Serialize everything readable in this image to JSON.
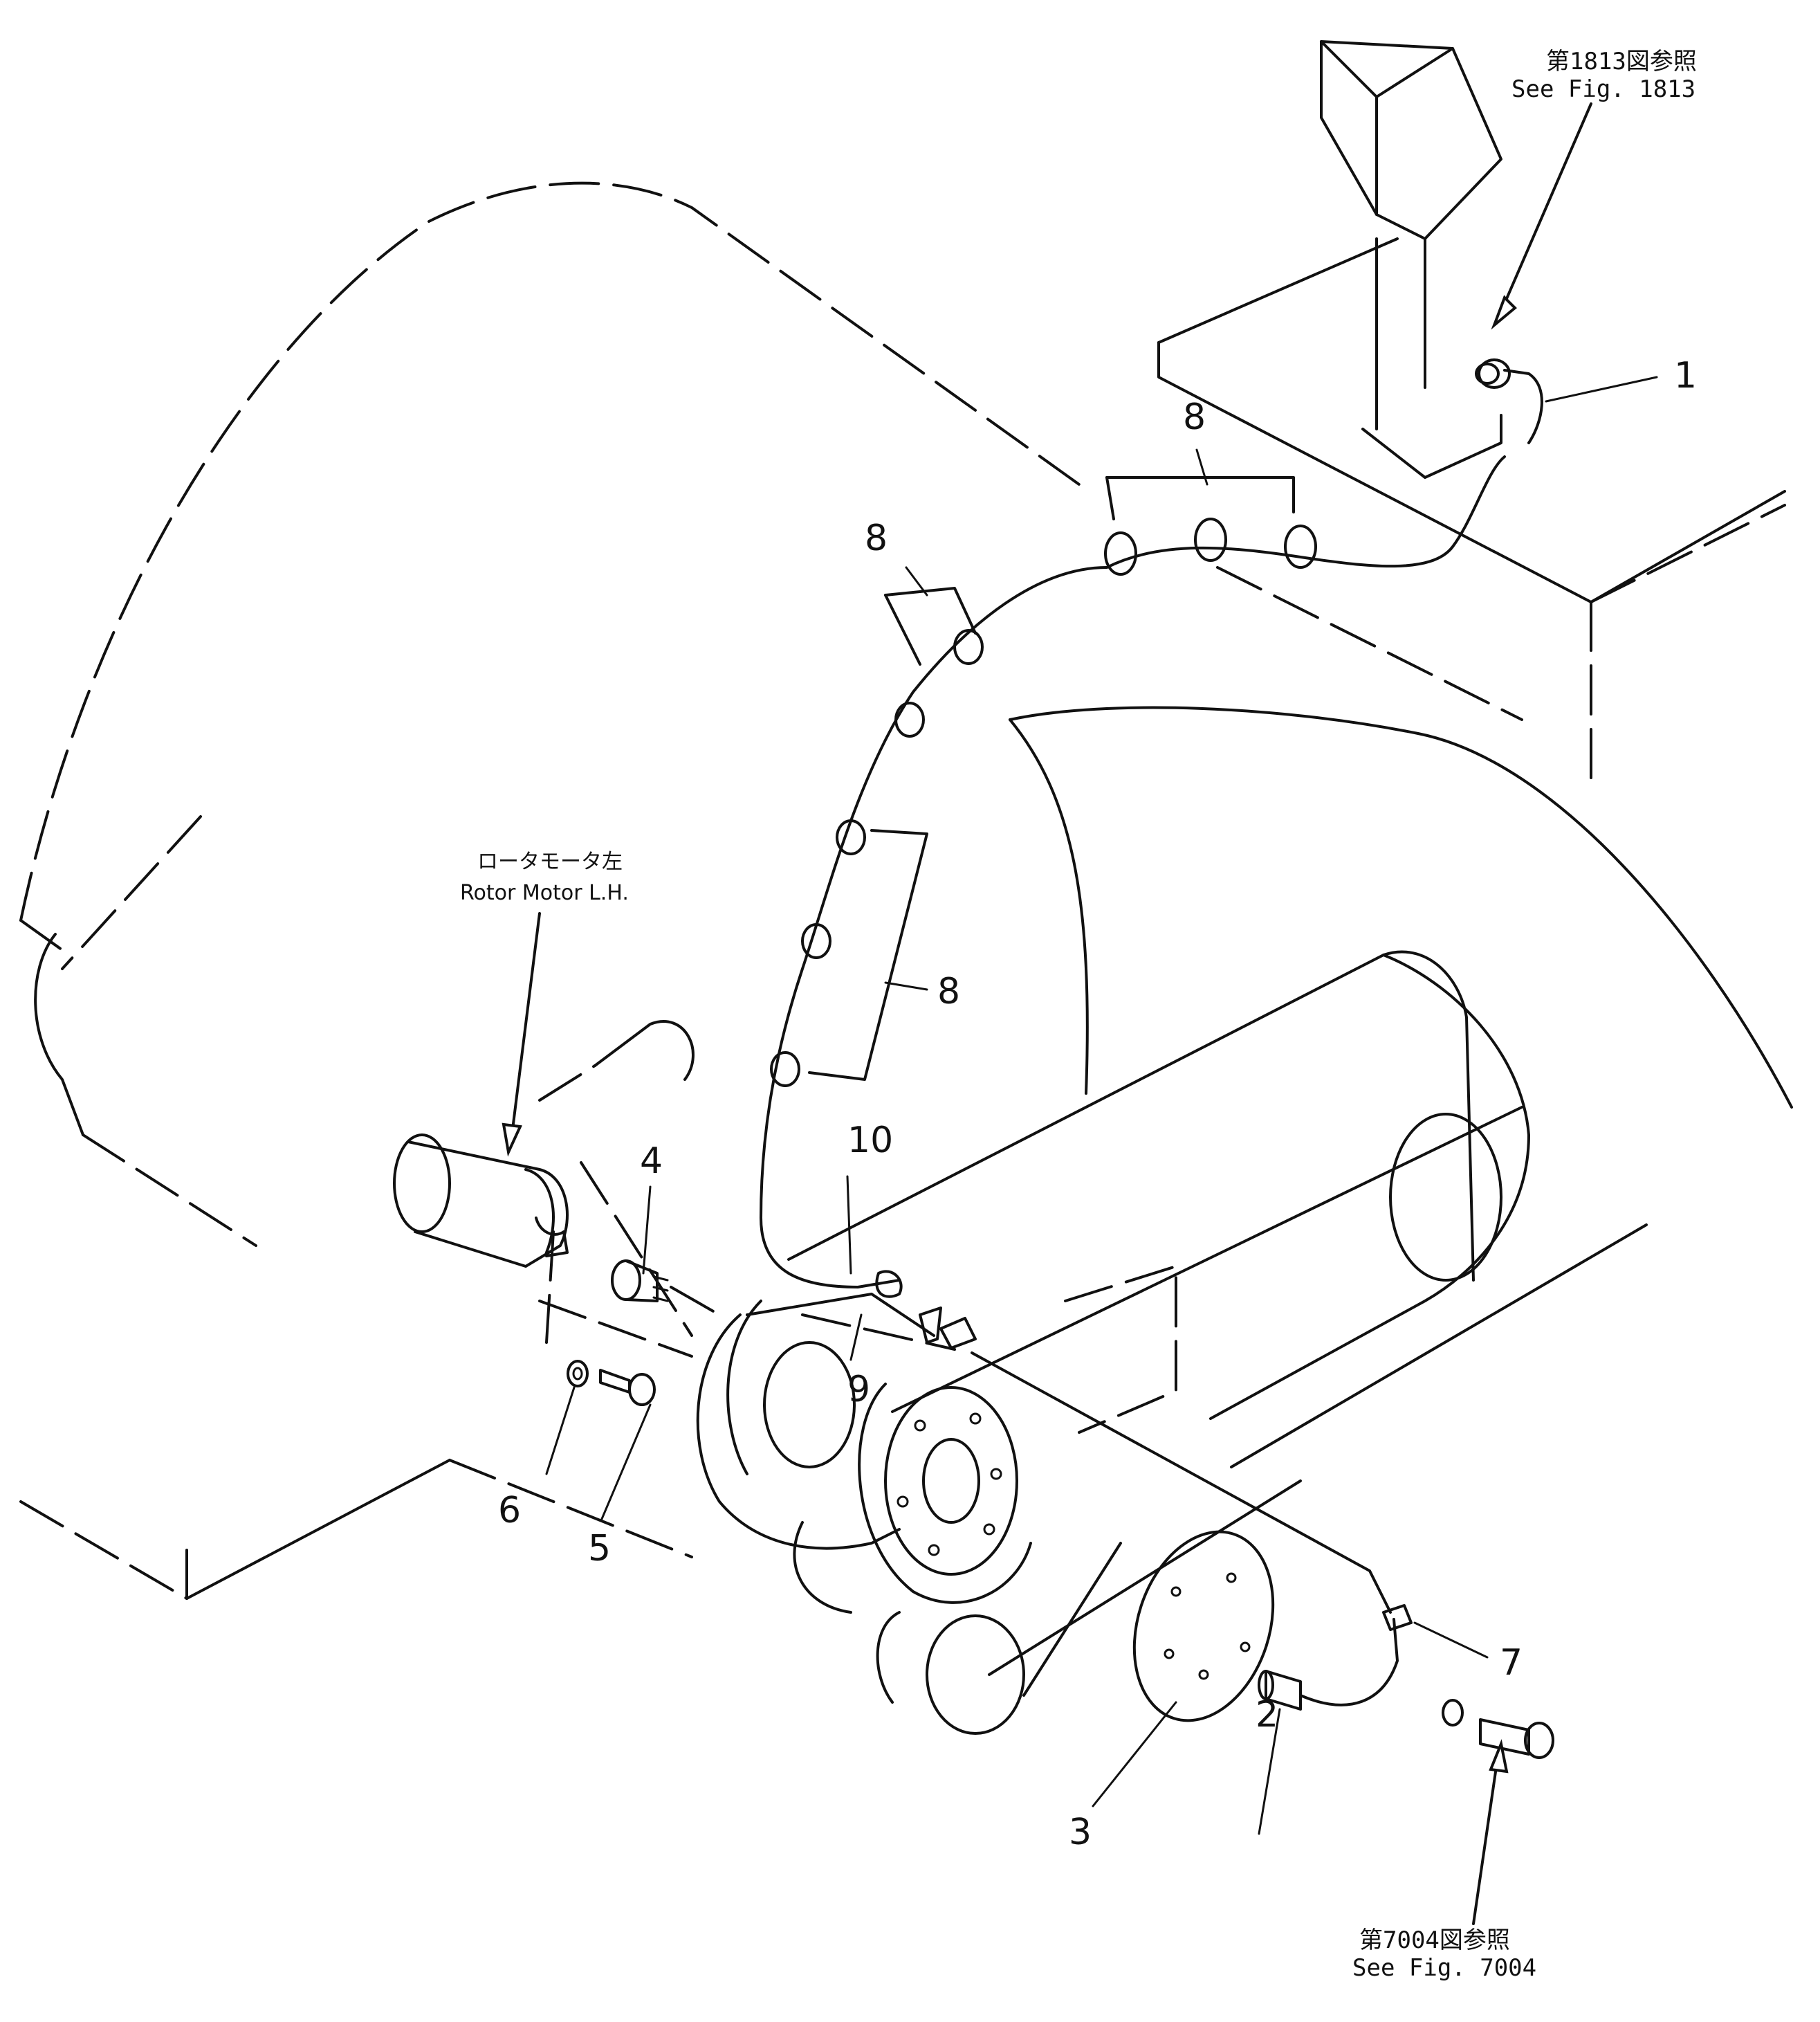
{
  "part_numbers": {
    "p1": "1",
    "p2": "2",
    "p3": "3",
    "p4": "4",
    "p5": "5",
    "p6": "6",
    "p7": "7",
    "p8a": "8",
    "p8b": "8",
    "p8c": "8",
    "p9": "9",
    "p10": "10"
  },
  "references": {
    "fig1813_jp": "第1813図参照",
    "fig1813_en": "See Fig. 1813",
    "fig7004_jp": "第7004図参照",
    "fig7004_en": "See Fig. 7004",
    "rotor_motor_jp": "ロータモータ左",
    "rotor_motor_en": "Rotor Motor L.H."
  }
}
